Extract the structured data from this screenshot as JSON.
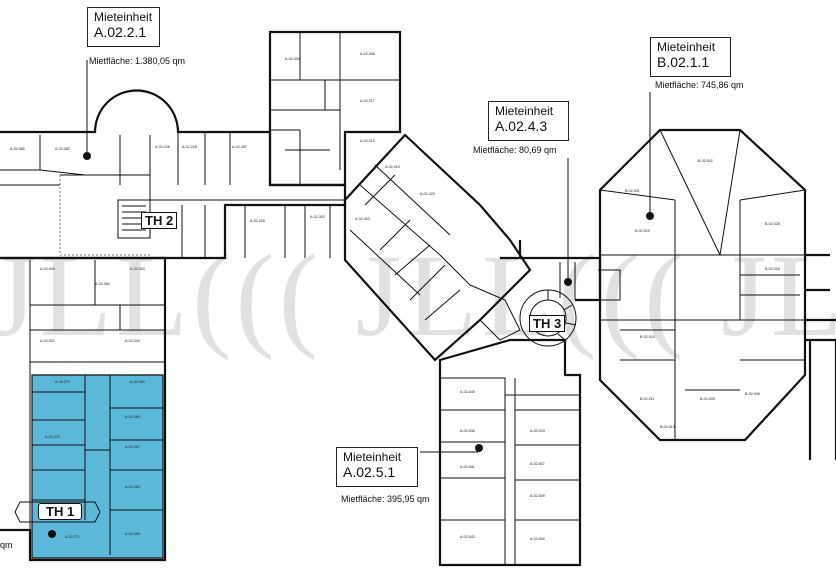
{
  "watermark": "JLL((( JLL((( JLL",
  "units": [
    {
      "heading": "Mieteinheit",
      "id": "A.02.2.1",
      "area": "Mietfläche: 1.380,05 qm"
    },
    {
      "heading": "Mieteinheit",
      "id": "B.02.1.1",
      "area": "Mietfläche: 745,86 qm"
    },
    {
      "heading": "Mieteinheit",
      "id": "A.02.4.3",
      "area": "Mietfläche: 80,69 qm"
    },
    {
      "heading": "Mieteinheit",
      "id": "A.02.5.1",
      "area": "Mietfläche: 395,95 qm"
    }
  ],
  "stairs": [
    "TH 2",
    "TH 3",
    "TH 1"
  ],
  "cropped_area_fragment": "qm",
  "colors": {
    "highlight_unit": "#5bb8d8",
    "walls": "#111111",
    "watermark": "#c9c9c9"
  }
}
